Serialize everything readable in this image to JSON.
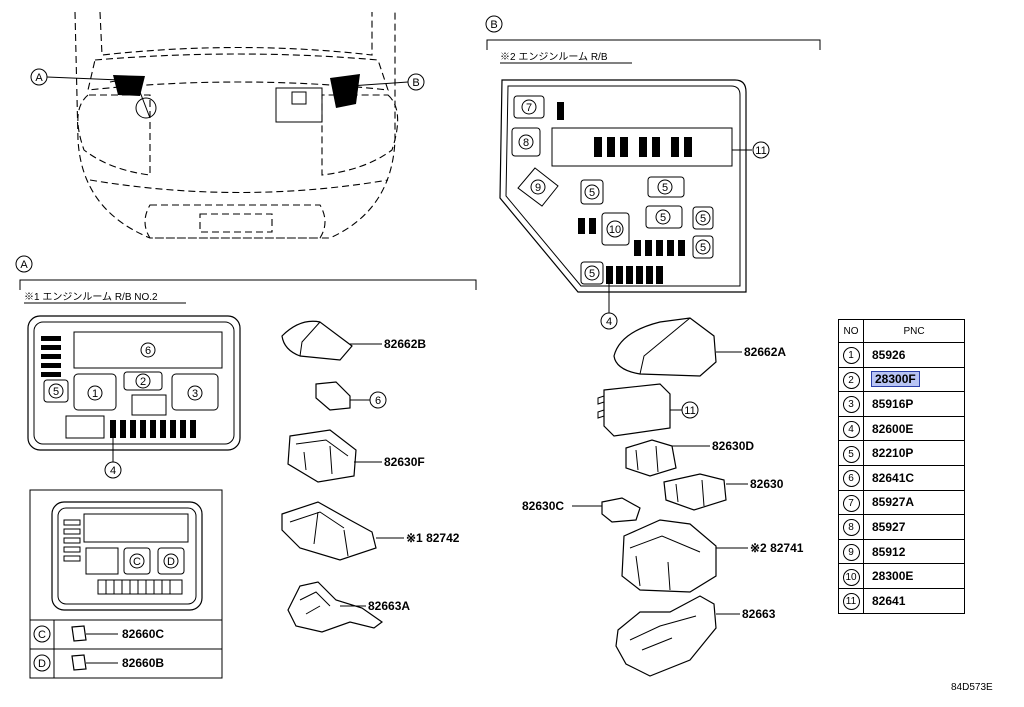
{
  "callouts": {
    "A": "A",
    "B": "B",
    "C": "C",
    "D": "D"
  },
  "section_b_title": "※2 エンジンルーム R/B",
  "section_a_title": "※1 エンジンルーム R/B NO.2",
  "box_b_numbers": {
    "n7": "7",
    "n8": "8",
    "n9": "9",
    "n5": "5",
    "n10": "10",
    "n11": "11",
    "n4": "4"
  },
  "box_a_numbers": {
    "n6": "6",
    "n1": "1",
    "n2": "2",
    "n3": "3",
    "n5": "5",
    "n4": "4"
  },
  "box_cd_numbers": {
    "c": "C",
    "d": "D"
  },
  "parts": {
    "p82662B": "82662B",
    "p6": "6",
    "p82630F": "82630F",
    "p82742": "※1 82742",
    "p82663A": "82663A",
    "p82660C": "82660C",
    "p82660B": "82660B",
    "p82662A": "82662A",
    "p11": "11",
    "p82630D": "82630D",
    "p82630": "82630",
    "p82630C": "82630C",
    "p82741": "※2 82741",
    "p82663": "82663"
  },
  "table": {
    "header_no": "NO",
    "header_pnc": "PNC",
    "rows": [
      {
        "no": "1",
        "pnc": "85926"
      },
      {
        "no": "2",
        "pnc": "28300F",
        "highlight": true
      },
      {
        "no": "3",
        "pnc": "85916P"
      },
      {
        "no": "4",
        "pnc": "82600E"
      },
      {
        "no": "5",
        "pnc": "82210P"
      },
      {
        "no": "6",
        "pnc": "82641C"
      },
      {
        "no": "7",
        "pnc": "85927A"
      },
      {
        "no": "8",
        "pnc": "85927"
      },
      {
        "no": "9",
        "pnc": "85912"
      },
      {
        "no": "10",
        "pnc": "28300E"
      },
      {
        "no": "11",
        "pnc": "82641"
      }
    ]
  },
  "figure_code": "84D573E",
  "colors": {
    "highlight": "#b8c4f4",
    "highlight_border": "#2a3fa8"
  }
}
